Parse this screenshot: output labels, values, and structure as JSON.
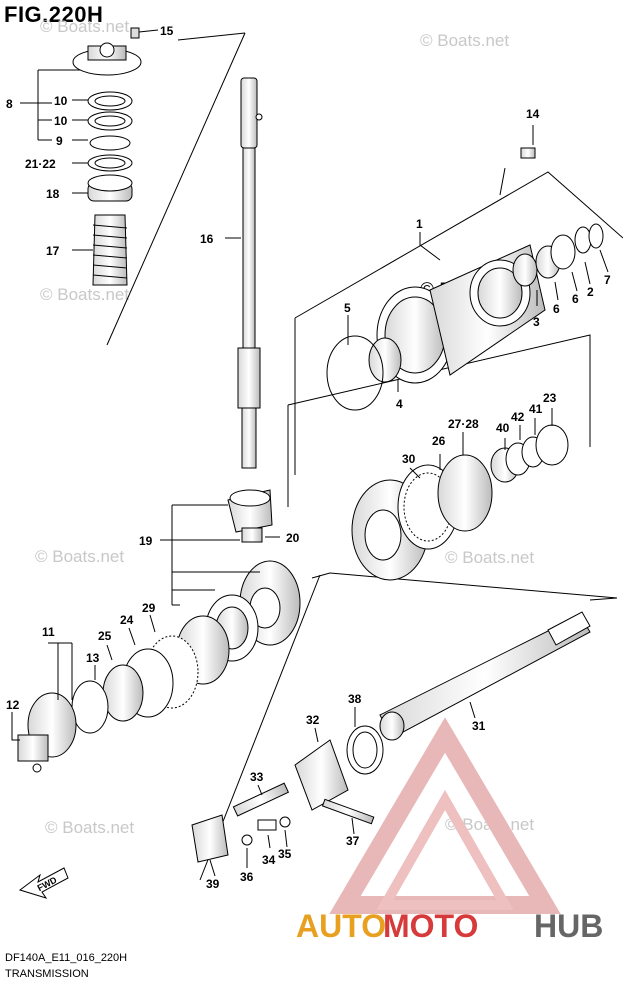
{
  "figure": {
    "title": "FIG.220H",
    "code": "DF140A_E11_016_220H",
    "subtitle": "TRANSMISSION",
    "fwd_label": "FWD"
  },
  "watermark": {
    "text": "© Boats.net",
    "center_text": "© Boats.net"
  },
  "brand": {
    "part1": "AUTO",
    "part2": "MOTO",
    "part3": "HUB",
    "color_gold": "#e8a020",
    "color_red": "#d63a3a",
    "color_gray": "#666666"
  },
  "callouts": {
    "p1": "1",
    "p2": "2",
    "p3": "3",
    "p4": "4",
    "p5": "5",
    "p6": "6",
    "p6b": "6",
    "p7": "7",
    "p8": "8",
    "p9": "9",
    "p10a": "10",
    "p10b": "10",
    "p11": "11",
    "p12": "12",
    "p13": "13",
    "p14": "14",
    "p15": "15",
    "p16": "16",
    "p17": "17",
    "p18": "18",
    "p19": "19",
    "p20": "20",
    "p2122": "21·22",
    "p23": "23",
    "p24": "24",
    "p25": "25",
    "p26": "26",
    "p2728": "27·28",
    "p29": "29",
    "p30": "30",
    "p31": "31",
    "p32": "32",
    "p33": "33",
    "p34": "34",
    "p35": "35",
    "p36": "36",
    "p37": "37",
    "p38": "38",
    "p39": "39",
    "p40": "40",
    "p41": "41",
    "p42": "42"
  }
}
